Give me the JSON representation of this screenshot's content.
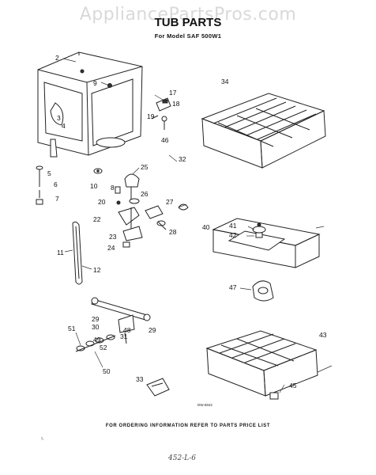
{
  "watermark": "AppliancePartsPros.com",
  "title": "TUB PARTS",
  "subtitle": "For Model SAF 500W1",
  "figure_code": "DW-6842",
  "footer": "FOR ORDERING INFORMATION REFER TO PARTS PRICE LIST",
  "handwritten_note": "452-L-6",
  "margin_mark": "\\\\",
  "callouts": [
    "2",
    "3",
    "4",
    "5",
    "6",
    "7",
    "8",
    "9",
    "10",
    "11",
    "12",
    "17",
    "18",
    "19",
    "20",
    "22",
    "23",
    "24",
    "25",
    "26",
    "27",
    "28",
    "29",
    "29",
    "30",
    "31",
    "32",
    "33",
    "34",
    "40",
    "41",
    "42",
    "43",
    "45",
    "46",
    "47",
    "48",
    "49",
    "50",
    "51",
    "52"
  ]
}
